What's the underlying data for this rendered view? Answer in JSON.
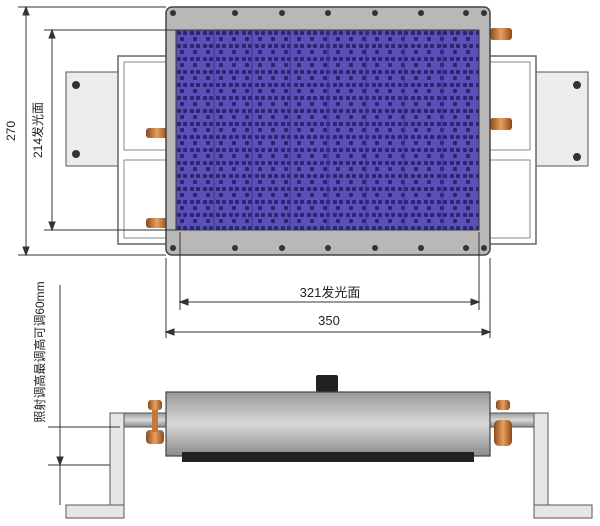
{
  "diagram": {
    "top_view": {
      "height_total": "270",
      "height_emitting": "214发光面",
      "width_emitting": "321发光面",
      "width_total": "350"
    },
    "side_view": {
      "adjust_note": "照射调高最调高可调60mm"
    }
  }
}
